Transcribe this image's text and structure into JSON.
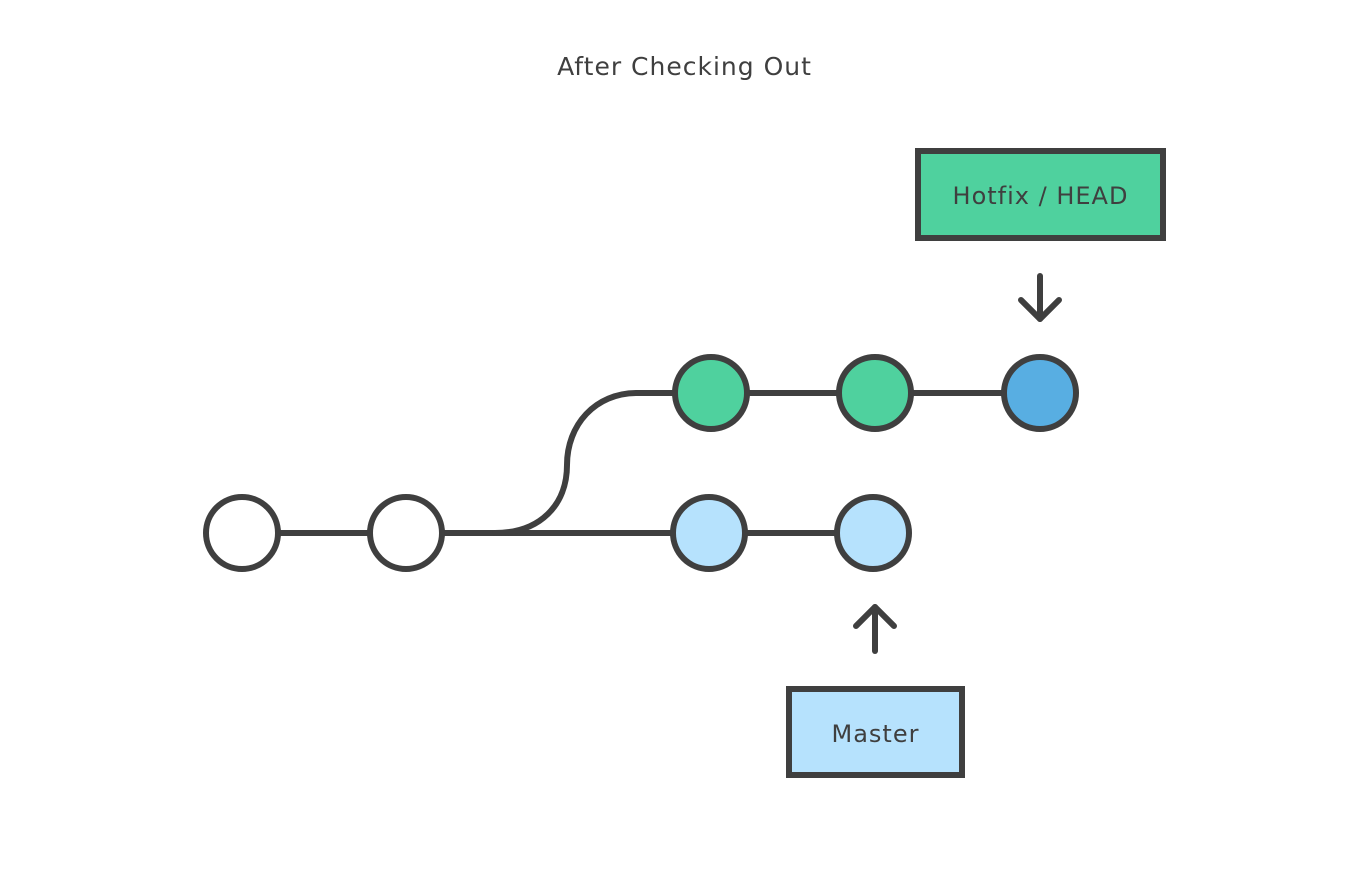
{
  "title": "After Checking Out",
  "colors": {
    "stroke": "#3f3f3f",
    "commit_base": "#ffffff",
    "commit_hotfix": "#4fd19e",
    "commit_head": "#58aee2",
    "commit_master": "#b6e2fd",
    "label_hotfix": "#4fd19e",
    "label_master": "#b6e2fd"
  },
  "branches": {
    "hotfix_label": "Hotfix / HEAD",
    "master_label": "Master"
  },
  "commits": [
    {
      "id": "base-1",
      "branch": "shared"
    },
    {
      "id": "base-2",
      "branch": "shared"
    },
    {
      "id": "hotfix-1",
      "branch": "hotfix"
    },
    {
      "id": "hotfix-2",
      "branch": "hotfix"
    },
    {
      "id": "hotfix-head",
      "branch": "hotfix",
      "is_head": true
    },
    {
      "id": "master-1",
      "branch": "master"
    },
    {
      "id": "master-2",
      "branch": "master"
    }
  ],
  "icons": {
    "hotfix_pointer": "arrow-down-icon",
    "master_pointer": "arrow-up-icon"
  }
}
